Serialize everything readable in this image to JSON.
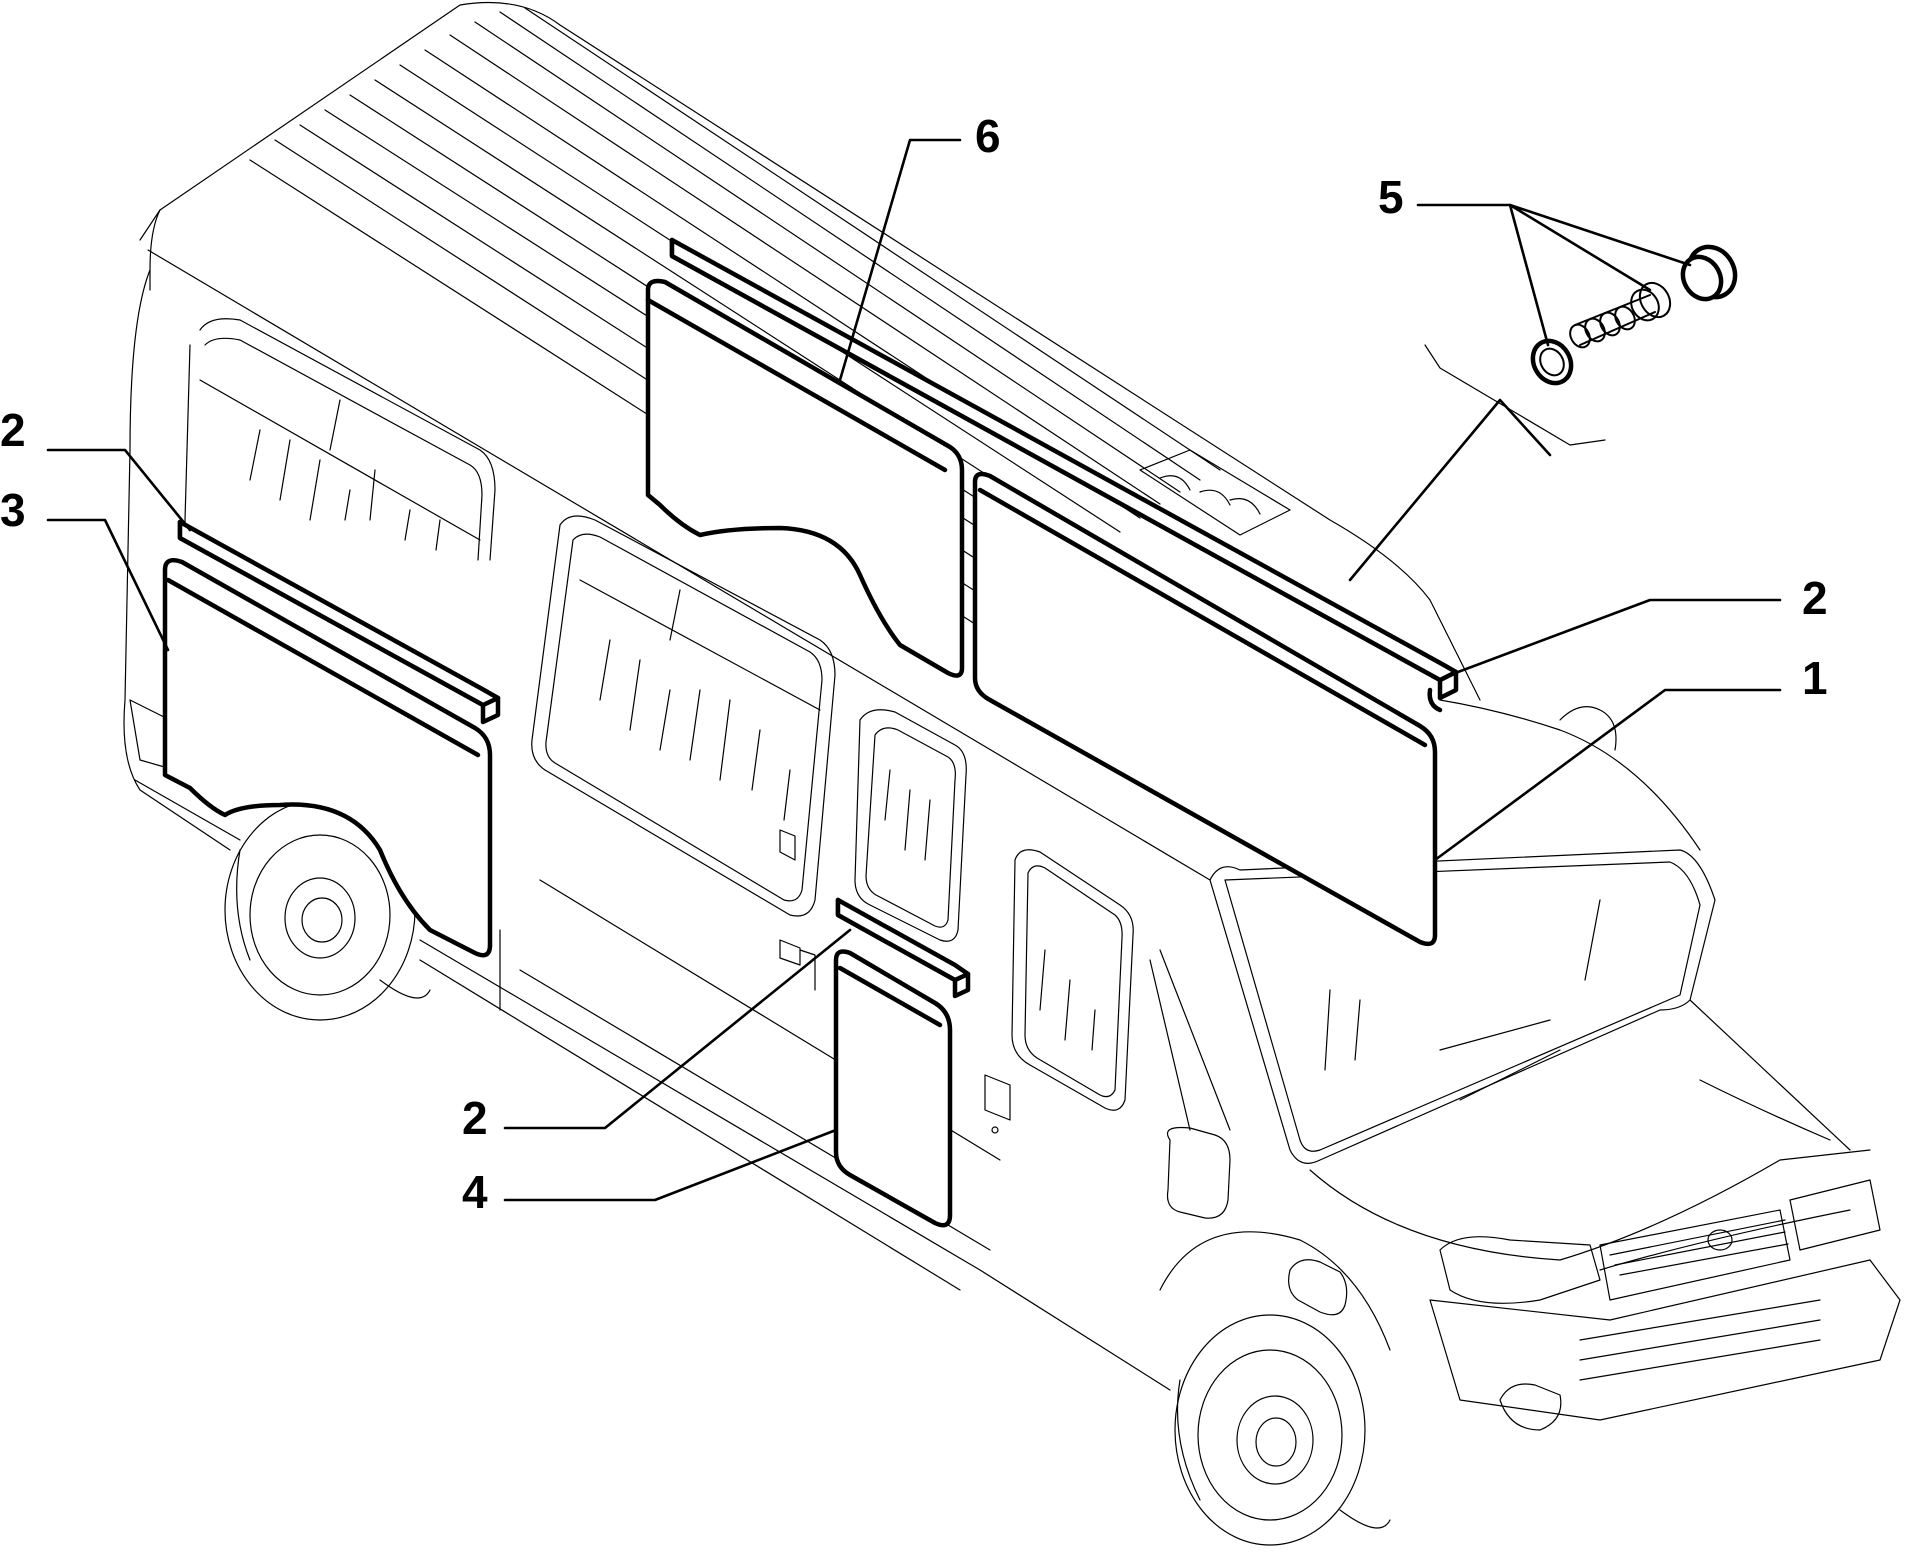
{
  "diagram": {
    "subject": "van-side-window-glazing-exploded-view",
    "callouts": [
      {
        "id": "c6",
        "label": "6"
      },
      {
        "id": "c5",
        "label": "5"
      },
      {
        "id": "c2a",
        "label": "2"
      },
      {
        "id": "c3",
        "label": "3"
      },
      {
        "id": "c2b",
        "label": "2"
      },
      {
        "id": "c1",
        "label": "1"
      },
      {
        "id": "c2c",
        "label": "2"
      },
      {
        "id": "c4",
        "label": "4"
      }
    ]
  }
}
